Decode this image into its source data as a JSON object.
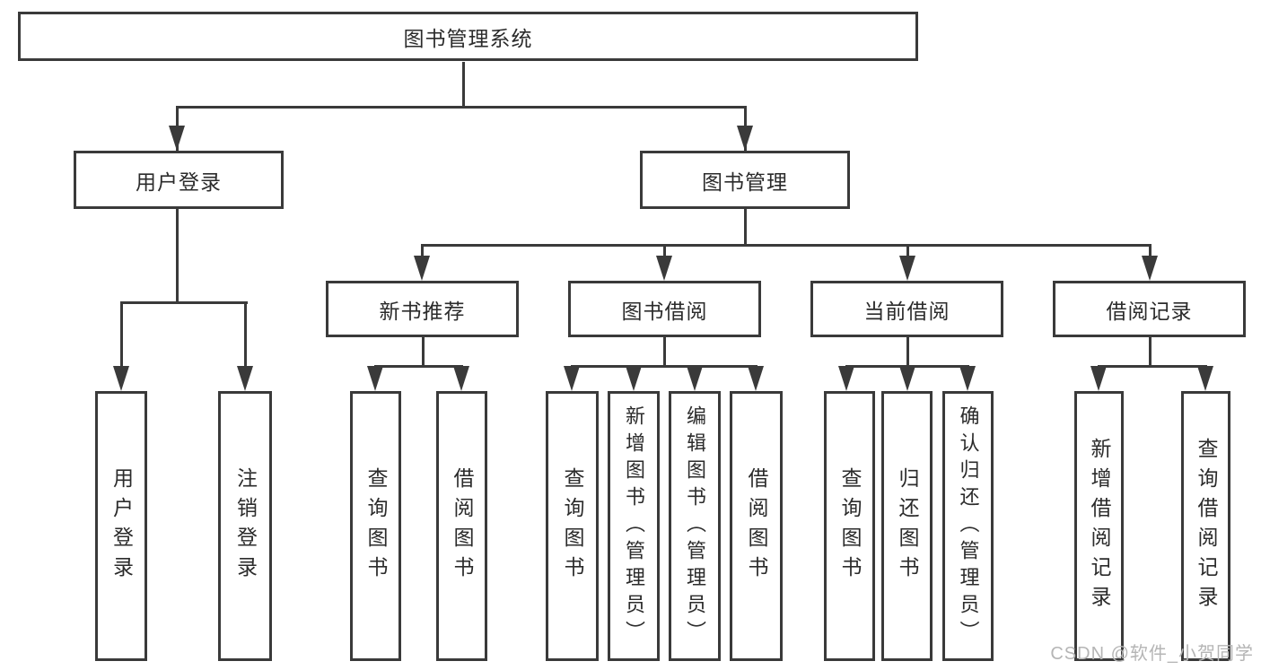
{
  "diagram": {
    "root": {
      "label": "图书管理系统"
    },
    "level2": [
      {
        "id": "user-login",
        "label": "用户登录",
        "parent": "root"
      },
      {
        "id": "book-management",
        "label": "图书管理",
        "parent": "root"
      }
    ],
    "level3": [
      {
        "id": "new-book-recommend",
        "label": "新书推荐",
        "parent": "book-management"
      },
      {
        "id": "book-borrow",
        "label": "图书借阅",
        "parent": "book-management"
      },
      {
        "id": "current-borrow",
        "label": "当前借阅",
        "parent": "book-management"
      },
      {
        "id": "borrow-records",
        "label": "借阅记录",
        "parent": "book-management"
      }
    ],
    "leaves": [
      {
        "label": "用户登录",
        "parent": "user-login"
      },
      {
        "label": "注销登录",
        "parent": "user-login"
      },
      {
        "label": "查询图书",
        "parent": "new-book-recommend"
      },
      {
        "label": "借阅图书",
        "parent": "new-book-recommend"
      },
      {
        "label": "查询图书",
        "parent": "book-borrow"
      },
      {
        "label": "新增图书（管理员）",
        "parent": "book-borrow"
      },
      {
        "label": "编辑图书（管理员）",
        "parent": "book-borrow"
      },
      {
        "label": "借阅图书",
        "parent": "book-borrow"
      },
      {
        "label": "查询图书",
        "parent": "current-borrow"
      },
      {
        "label": "归还图书",
        "parent": "current-borrow"
      },
      {
        "label": "确认归还（管理员）",
        "parent": "current-borrow"
      },
      {
        "label": "新增借阅记录",
        "parent": "borrow-records"
      },
      {
        "label": "查询借阅记录",
        "parent": "borrow-records"
      }
    ],
    "watermark": {
      "text": "CSDN @软件_小贺同学"
    },
    "colors": {
      "line": "#3a3a3a",
      "box_border": "#3a3a3a",
      "text": "#2b2b2b",
      "watermark": "#b5b5b5",
      "background": "#ffffff"
    }
  }
}
